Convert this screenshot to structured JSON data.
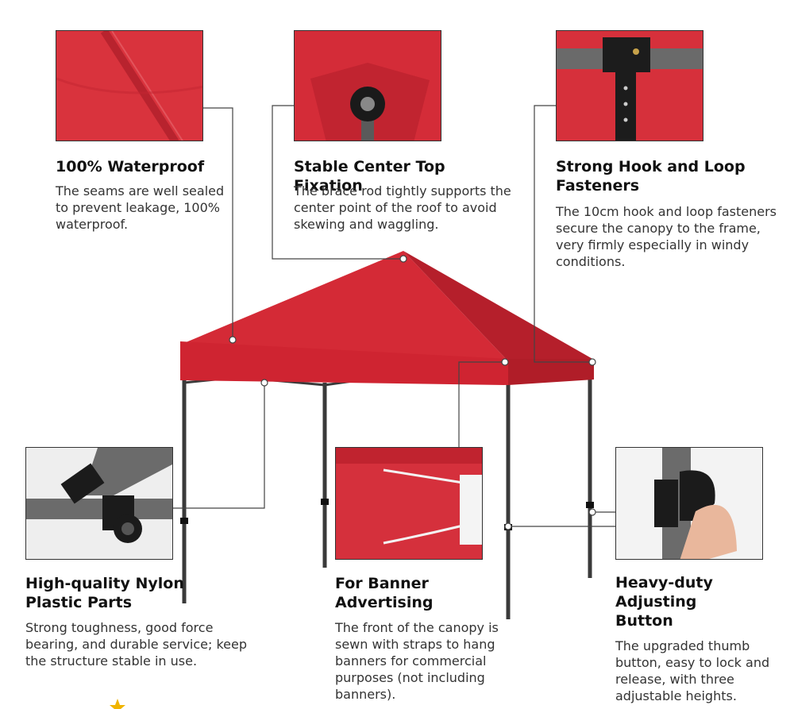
{
  "features": [
    {
      "id": "waterproof",
      "title": "100% Waterproof",
      "desc": "The seams are well sealed to prevent leakage, 100% waterproof.",
      "image_icon": "canopy-seam-closeup"
    },
    {
      "id": "center",
      "title": "Stable Center Top Fixation",
      "desc": "The brace rod tightly supports the center point of the roof to avoid skewing and waggling.",
      "image_icon": "center-hub-closeup"
    },
    {
      "id": "hook",
      "title": "Strong Hook and Loop Fasteners",
      "desc": "The 10cm hook and loop fasteners secure the canopy to the frame, very firmly especially in windy conditions.",
      "image_icon": "fastener-closeup"
    },
    {
      "id": "nylon",
      "title": "High-quality Nylon Plastic Parts",
      "desc": "Strong toughness, good force bearing, and durable service; keep the structure stable in use.",
      "image_icon": "plastic-joint-closeup"
    },
    {
      "id": "banner",
      "title": "For Banner Advertising",
      "desc": "The front of the canopy is sewn with straps to hang banners for commercial purposes (not including banners).",
      "image_icon": "banner-straps-closeup"
    },
    {
      "id": "button",
      "title": "Heavy-duty Adjusting Button",
      "desc": "The upgraded thumb button, easy to lock and release, with three adjustable heights.",
      "image_icon": "thumb-button-closeup"
    }
  ],
  "colors": {
    "canopy": "#d42a36",
    "canopy_dark": "#b51f2b",
    "frame": "#3a3a3a",
    "accent": "#f0b400"
  }
}
